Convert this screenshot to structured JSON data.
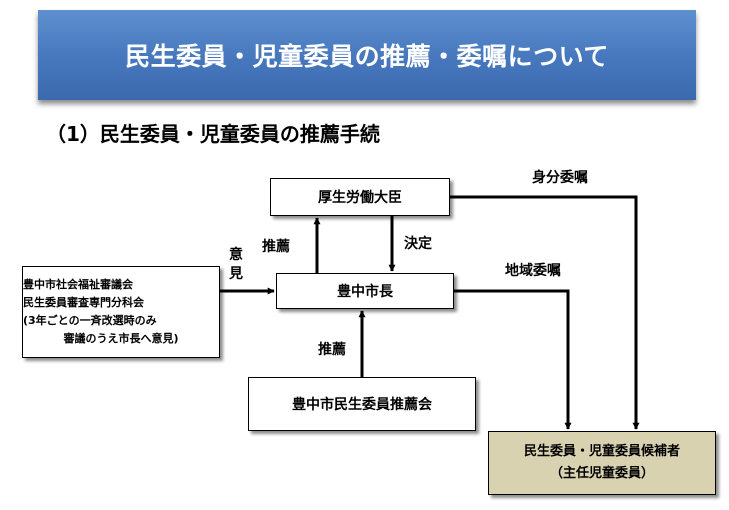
{
  "header": {
    "title": "民生委員・児童委員の推薦・委嘱について"
  },
  "section": {
    "heading": "（1）民生委員・児童委員の推薦手続"
  },
  "nodes": {
    "minister": "厚生労働大臣",
    "mayor": "豊中市長",
    "committee": "豊中市民生委員推薦会",
    "council": {
      "line1": "豊中市社会福祉審議会",
      "line2": "民生委員審査専門分科会",
      "line3": "(3年ごとの一斉改選時のみ",
      "line4": "審議のうえ市長へ意見)"
    },
    "candidate": {
      "line1": "民生委員・児童委員候補者",
      "line2": "（主任児童委員）"
    }
  },
  "edges": {
    "recommend_to_minister": "推薦",
    "decision": "決定",
    "opinion_char1": "意",
    "opinion_char2": "見",
    "recommend_to_mayor": "推薦",
    "regional_commission": "地域委嘱",
    "status_commission": "身分委嘱"
  },
  "colors": {
    "banner": "#4677bd",
    "candidate_fill": "#d9d2b0"
  }
}
